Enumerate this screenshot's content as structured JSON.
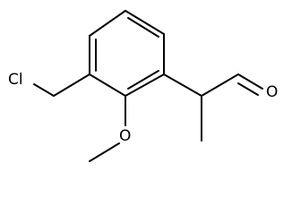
{
  "structure": {
    "atoms": [
      {
        "id": "a1",
        "element": "C"
      },
      {
        "id": "a2",
        "element": "C"
      },
      {
        "id": "a3",
        "element": "C"
      },
      {
        "id": "a4",
        "element": "C"
      },
      {
        "id": "a5",
        "element": "C"
      },
      {
        "id": "a6",
        "element": "C"
      },
      {
        "id": "a7",
        "element": "C"
      },
      {
        "id": "a8",
        "element": "Cl",
        "label": "Cl"
      },
      {
        "id": "a9",
        "element": "O",
        "label": "O"
      },
      {
        "id": "a10",
        "element": "C"
      },
      {
        "id": "a11",
        "element": "C"
      },
      {
        "id": "a12",
        "element": "C"
      },
      {
        "id": "a13",
        "element": "C"
      },
      {
        "id": "a14",
        "element": "O",
        "label": "O"
      }
    ],
    "bonds": [
      {
        "from": "a1",
        "to": "a2",
        "order": 1
      },
      {
        "from": "a2",
        "to": "a3",
        "order": 2
      },
      {
        "from": "a3",
        "to": "a4",
        "order": 1
      },
      {
        "from": "a4",
        "to": "a5",
        "order": 2
      },
      {
        "from": "a5",
        "to": "a6",
        "order": 1
      },
      {
        "from": "a6",
        "to": "a1",
        "order": 2
      },
      {
        "from": "a6",
        "to": "a7",
        "order": 1
      },
      {
        "from": "a7",
        "to": "a8",
        "order": 1
      },
      {
        "from": "a5",
        "to": "a9",
        "order": 1
      },
      {
        "from": "a9",
        "to": "a10",
        "order": 1
      },
      {
        "from": "a4",
        "to": "a11",
        "order": 1
      },
      {
        "from": "a11",
        "to": "a12",
        "order": 1
      },
      {
        "from": "a11",
        "to": "a13",
        "order": 1
      },
      {
        "from": "a13",
        "to": "a14",
        "order": 2
      }
    ]
  }
}
